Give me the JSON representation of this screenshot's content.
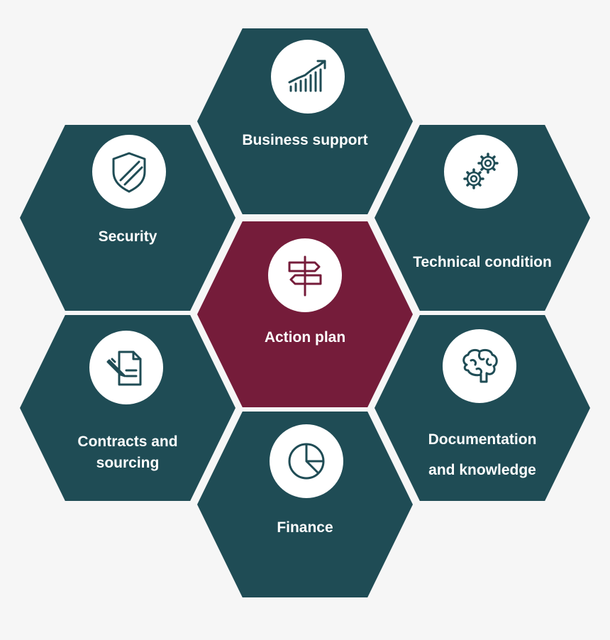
{
  "colors": {
    "teal": "#1f4c55",
    "burgundy": "#751c3a",
    "background": "#f6f6f6",
    "circle": "#ffffff"
  },
  "segments": {
    "business_support": {
      "label": "Business support",
      "icon": "growth-chart-icon"
    },
    "security": {
      "label": "Security",
      "icon": "shield-icon"
    },
    "technical_condition": {
      "label": "Technical condition",
      "icon": "gears-icon"
    },
    "action_plan": {
      "label": "Action plan",
      "icon": "signpost-icon"
    },
    "contracts": {
      "label_line1": "Contracts and",
      "label_line2": "sourcing",
      "icon": "contract-edit-icon"
    },
    "documentation": {
      "label_line1": "Documentation",
      "label_line2": "and knowledge",
      "icon": "brain-icon"
    },
    "finance": {
      "label": "Finance",
      "icon": "pie-chart-icon"
    }
  }
}
